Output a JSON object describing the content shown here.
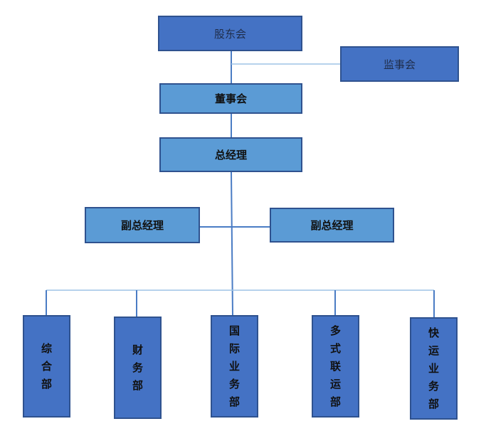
{
  "org_chart": {
    "shareholders": "股东会",
    "supervisory_board": "监事会",
    "board_of_directors": "董事会",
    "general_manager": "总经理",
    "deputy_gm_left": "副总经理",
    "deputy_gm_right": "副总经理",
    "departments": [
      {
        "name": "综合部"
      },
      {
        "name": "财务部"
      },
      {
        "name": "国际业务部"
      },
      {
        "name": "多式联运部"
      },
      {
        "name": "快运业务部"
      }
    ]
  },
  "colors": {
    "dark_box": "#4472c4",
    "light_box": "#5b9bd5",
    "border": "#2f528f",
    "connector": "#4a7cc4",
    "connector_light": "#9dc3e6"
  }
}
